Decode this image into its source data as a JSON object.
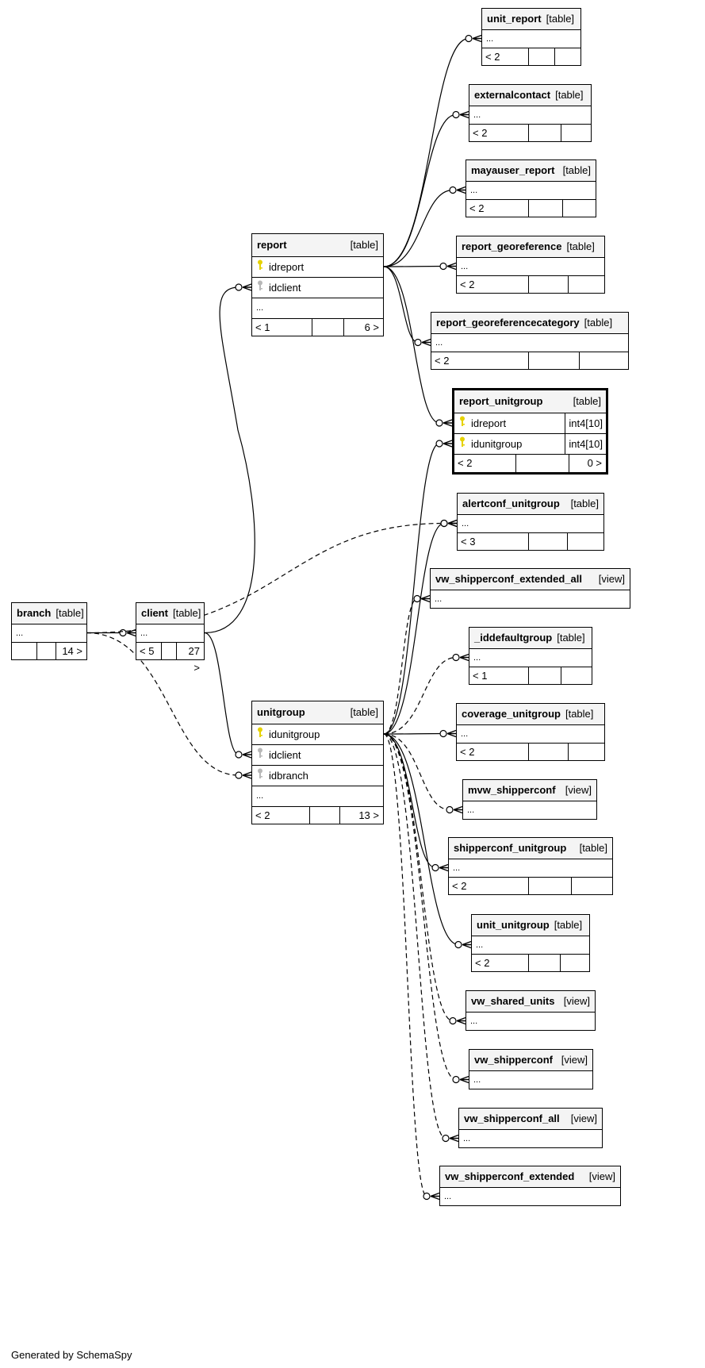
{
  "generated_by": "Generated by SchemaSpy",
  "colors": {
    "line": "#000000",
    "header_bg": "#f4f4f4",
    "primary_key_icon": "#e6d200",
    "foreign_key_icon": "#b8b8b8"
  },
  "tables": [
    {
      "id": "unit_report",
      "name": "unit_report",
      "type": "[table]",
      "rows": [
        "..."
      ],
      "footer": [
        "< 2",
        "",
        ""
      ]
    },
    {
      "id": "externalcontact",
      "name": "externalcontact",
      "type": "[table]",
      "rows": [
        "..."
      ],
      "footer": [
        "< 2",
        "",
        ""
      ]
    },
    {
      "id": "mayauser_report",
      "name": "mayauser_report",
      "type": "[table]",
      "rows": [
        "..."
      ],
      "footer": [
        "< 2",
        "",
        ""
      ]
    },
    {
      "id": "report_georeference",
      "name": "report_georeference",
      "type": "[table]",
      "rows": [
        "..."
      ],
      "footer": [
        "< 2",
        "",
        ""
      ]
    },
    {
      "id": "report_georeferencecategory",
      "name": "report_georeferencecategory",
      "type": "[table]",
      "rows": [
        "..."
      ],
      "footer": [
        "< 2",
        "",
        ""
      ]
    },
    {
      "id": "report_unitgroup",
      "name": "report_unitgroup",
      "type": "[table]",
      "focus": true,
      "rows": [
        {
          "name": "idreport",
          "key": "pk",
          "coltype": "int4[10]"
        },
        {
          "name": "idunitgroup",
          "key": "pk",
          "coltype": "int4[10]"
        }
      ],
      "footer": [
        "< 2",
        "",
        "0 >"
      ]
    },
    {
      "id": "report",
      "name": "report",
      "type": "[table]",
      "rows": [
        {
          "name": "idreport",
          "key": "pk"
        },
        {
          "name": "idclient",
          "key": "fk"
        },
        "..."
      ],
      "footer": [
        "< 1",
        "",
        "6 >"
      ]
    },
    {
      "id": "alertconf_unitgroup",
      "name": "alertconf_unitgroup",
      "type": "[table]",
      "rows": [
        "..."
      ],
      "footer": [
        "< 3",
        "",
        ""
      ]
    },
    {
      "id": "vw_shipperconf_extended_all",
      "name": "vw_shipperconf_extended_all",
      "type": "[view]",
      "rows": [
        "..."
      ]
    },
    {
      "id": "branch",
      "name": "branch",
      "type": "[table]",
      "rows": [
        "..."
      ],
      "footer": [
        "",
        "",
        "14 >"
      ]
    },
    {
      "id": "client",
      "name": "client",
      "type": "[table]",
      "rows": [
        "..."
      ],
      "footer": [
        "< 5",
        "",
        "27 >"
      ]
    },
    {
      "id": "_iddefaultgroup",
      "name": "_iddefaultgroup",
      "type": "[table]",
      "rows": [
        "..."
      ],
      "footer": [
        "< 1",
        "",
        ""
      ]
    },
    {
      "id": "coverage_unitgroup",
      "name": "coverage_unitgroup",
      "type": "[table]",
      "rows": [
        "..."
      ],
      "footer": [
        "< 2",
        "",
        ""
      ]
    },
    {
      "id": "unitgroup",
      "name": "unitgroup",
      "type": "[table]",
      "rows": [
        {
          "name": "idunitgroup",
          "key": "pk"
        },
        {
          "name": "idclient",
          "key": "fk"
        },
        {
          "name": "idbranch",
          "key": "fk"
        },
        "..."
      ],
      "footer": [
        "< 2",
        "",
        "13 >"
      ]
    },
    {
      "id": "mvw_shipperconf",
      "name": "mvw_shipperconf",
      "type": "[view]",
      "rows": [
        "..."
      ]
    },
    {
      "id": "shipperconf_unitgroup",
      "name": "shipperconf_unitgroup",
      "type": "[table]",
      "rows": [
        "..."
      ],
      "footer": [
        "< 2",
        "",
        ""
      ]
    },
    {
      "id": "unit_unitgroup",
      "name": "unit_unitgroup",
      "type": "[table]",
      "rows": [
        "..."
      ],
      "footer": [
        "< 2",
        "",
        ""
      ]
    },
    {
      "id": "vw_shared_units",
      "name": "vw_shared_units",
      "type": "[view]",
      "rows": [
        "..."
      ]
    },
    {
      "id": "vw_shipperconf",
      "name": "vw_shipperconf",
      "type": "[view]",
      "rows": [
        "..."
      ]
    },
    {
      "id": "vw_shipperconf_all",
      "name": "vw_shipperconf_all",
      "type": "[view]",
      "rows": [
        "..."
      ]
    },
    {
      "id": "vw_shipperconf_extended",
      "name": "vw_shipperconf_extended",
      "type": "[view]",
      "rows": [
        "..."
      ]
    }
  ],
  "relationships": [
    {
      "from": "report",
      "to": "unit_report",
      "style": "solid"
    },
    {
      "from": "report",
      "to": "externalcontact",
      "style": "solid"
    },
    {
      "from": "report",
      "to": "mayauser_report",
      "style": "solid"
    },
    {
      "from": "report",
      "to": "report_georeference",
      "style": "solid"
    },
    {
      "from": "report",
      "to": "report_georeferencecategory",
      "style": "solid"
    },
    {
      "from": "report",
      "to": "report_unitgroup",
      "style": "solid"
    },
    {
      "from": "client",
      "to": "report",
      "style": "solid"
    },
    {
      "from": "branch",
      "to": "client",
      "style": "solid"
    },
    {
      "from": "branch",
      "to": "alertconf_unitgroup",
      "style": "dashed"
    },
    {
      "from": "branch",
      "to": "unitgroup",
      "style": "dashed"
    },
    {
      "from": "client",
      "to": "unitgroup",
      "style": "solid"
    },
    {
      "from": "unitgroup",
      "to": "report_unitgroup",
      "style": "solid"
    },
    {
      "from": "unitgroup",
      "to": "alertconf_unitgroup",
      "style": "solid"
    },
    {
      "from": "unitgroup",
      "to": "vw_shipperconf_extended_all",
      "style": "dashed"
    },
    {
      "from": "unitgroup",
      "to": "_iddefaultgroup",
      "style": "dashed"
    },
    {
      "from": "unitgroup",
      "to": "coverage_unitgroup",
      "style": "solid"
    },
    {
      "from": "unitgroup",
      "to": "mvw_shipperconf",
      "style": "dashed"
    },
    {
      "from": "unitgroup",
      "to": "shipperconf_unitgroup",
      "style": "solid"
    },
    {
      "from": "unitgroup",
      "to": "unit_unitgroup",
      "style": "solid"
    },
    {
      "from": "unitgroup",
      "to": "vw_shared_units",
      "style": "dashed"
    },
    {
      "from": "unitgroup",
      "to": "vw_shipperconf",
      "style": "dashed"
    },
    {
      "from": "unitgroup",
      "to": "vw_shipperconf_all",
      "style": "dashed"
    },
    {
      "from": "unitgroup",
      "to": "vw_shipperconf_extended",
      "style": "dashed"
    }
  ]
}
